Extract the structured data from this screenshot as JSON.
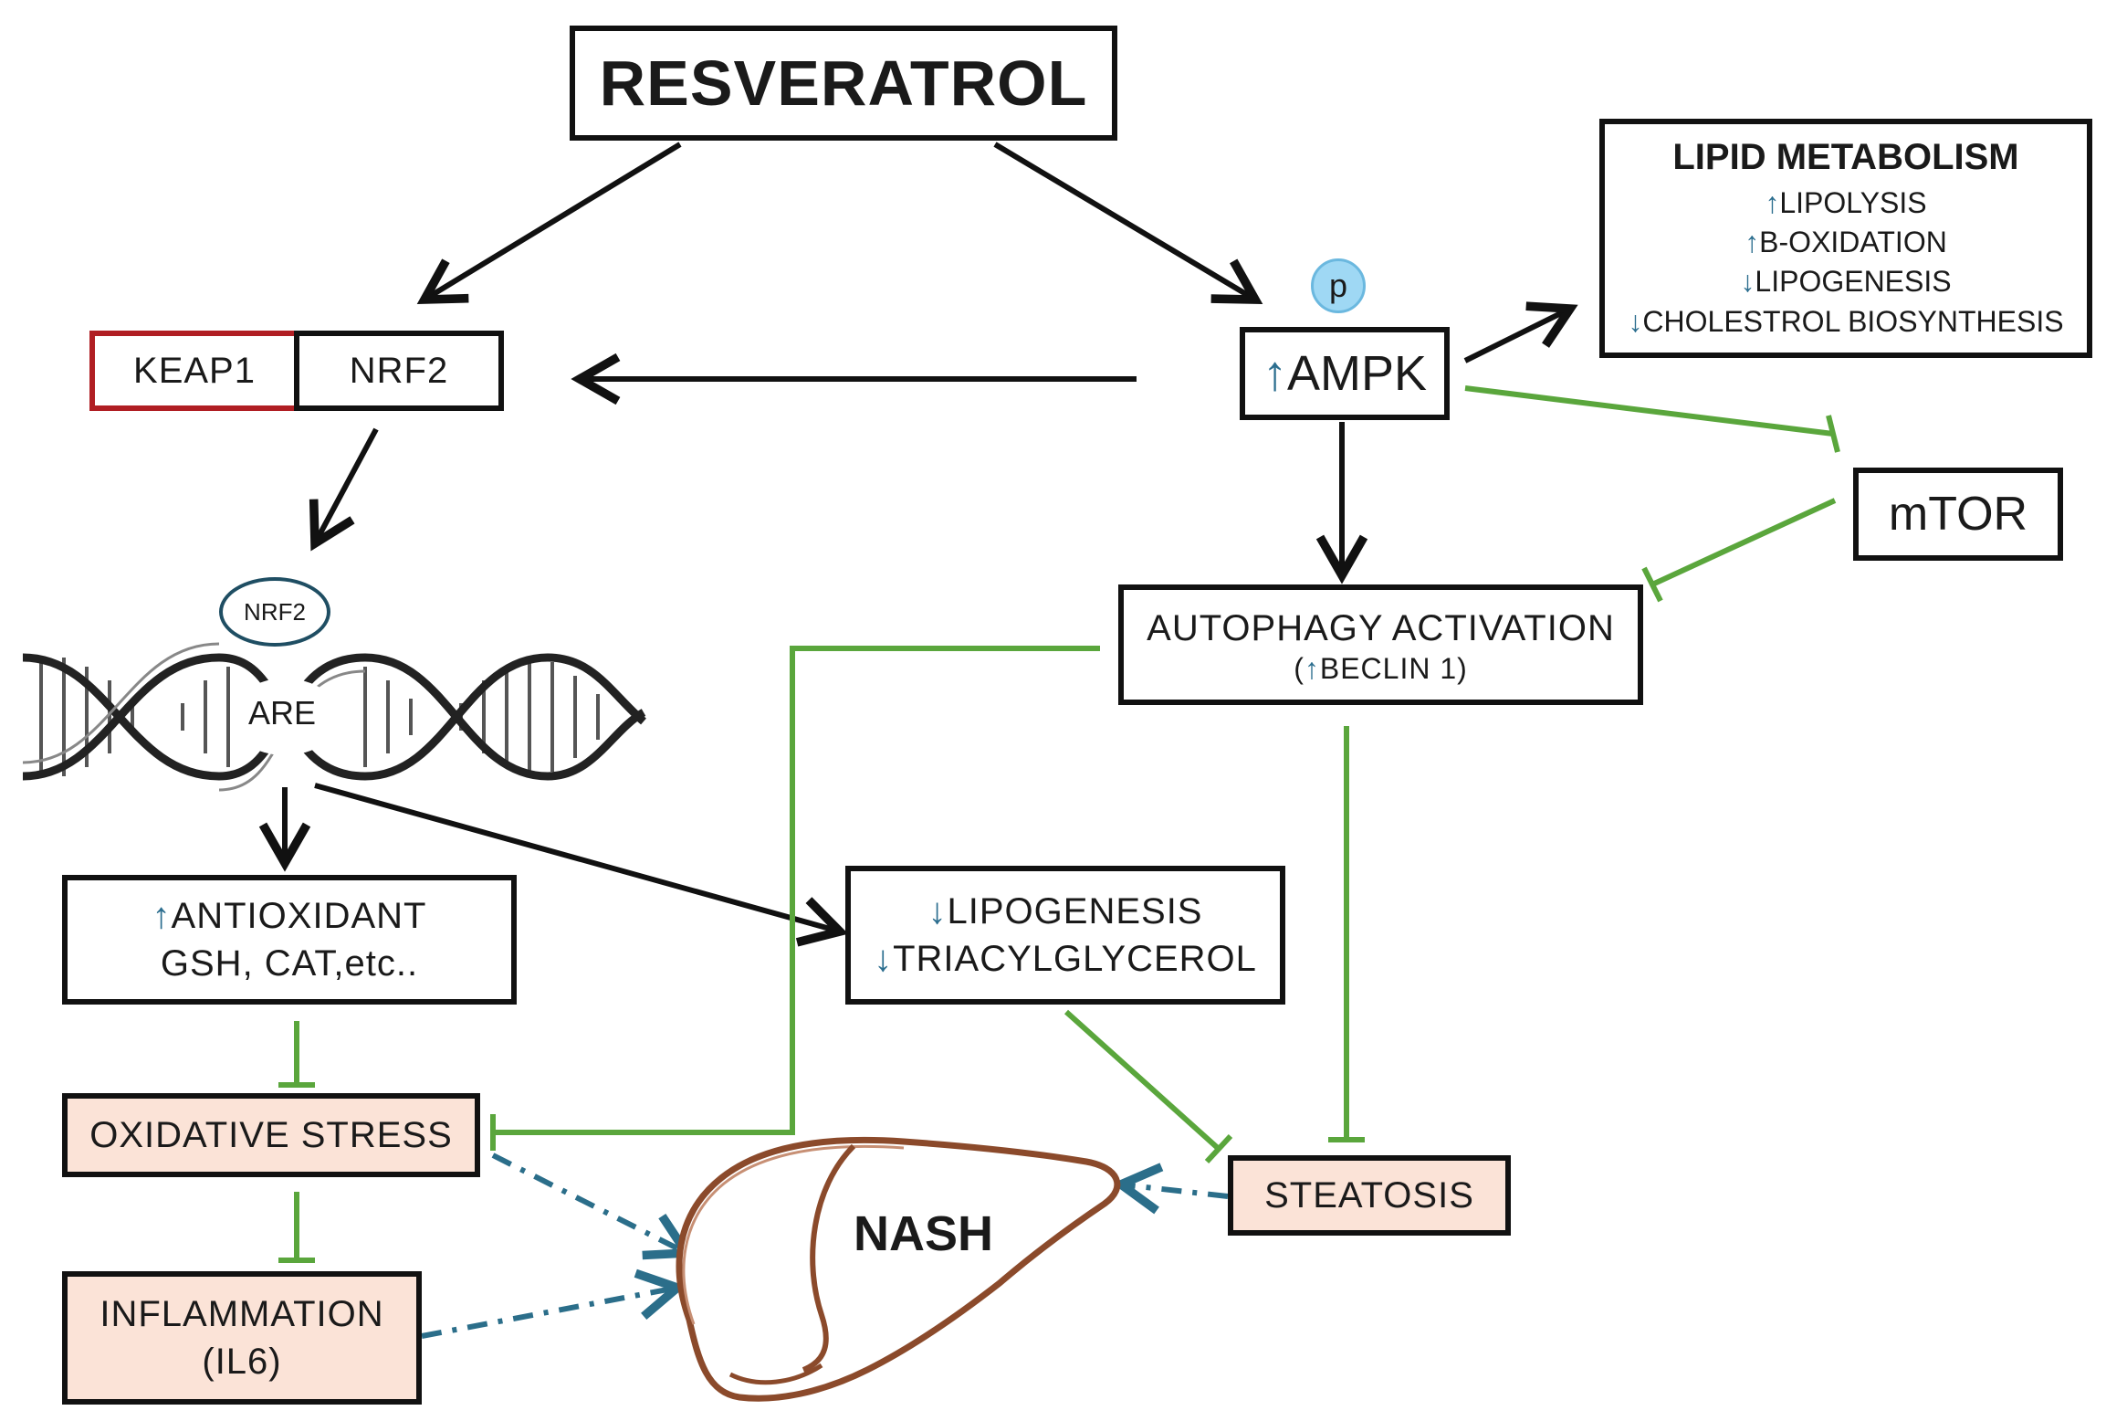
{
  "resveratrol": "RESVERATROL",
  "keap1": "KEAP1",
  "nrf2": "NRF2",
  "nrf2_small": "NRF2",
  "are": "ARE",
  "p_label": "p",
  "ampk": "AMPK",
  "mtor": "mTOR",
  "lipid": {
    "title": "LIPID METABOLISM",
    "lipolysis": "LIPOLYSIS",
    "b_oxidation": "B-OXIDATION",
    "lipogenesis": "LIPOGENESIS",
    "cholesterol": "CHOLESTROL BIOSYNTHESIS"
  },
  "autophagy": {
    "title": "AUTOPHAGY ACTIVATION",
    "beclin_open": "(",
    "beclin": "BECLIN 1)"
  },
  "antioxidant": {
    "line1": "ANTIOXIDANT",
    "line2": "GSH, CAT,etc.."
  },
  "lipo_box": {
    "line1": "LIPOGENESIS",
    "line2": "TRIACYLGLYCEROL"
  },
  "oxidative_stress": "OXIDATIVE STRESS",
  "inflammation": {
    "line1": "INFLAMMATION",
    "line2": "(IL6)"
  },
  "steatosis": "STEATOSIS",
  "nash": "NASH",
  "colors": {
    "activation": "#111111",
    "inhibition": "#5aa63c",
    "dashed": "#2b6e8a",
    "phospho": "#9fd8f4",
    "pink_fill": "#fbe3d7",
    "keap1_border": "#b01e23",
    "liver_outline": "#8b4a2b"
  }
}
